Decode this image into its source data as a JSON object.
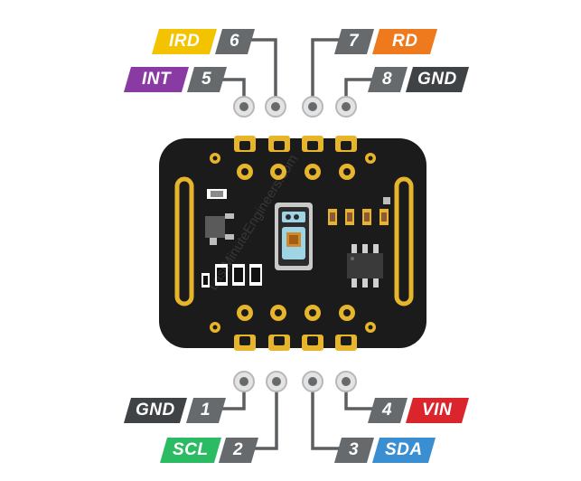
{
  "pins_top": [
    {
      "number": "6",
      "label": "IRD",
      "color": "#f3c300"
    },
    {
      "number": "5",
      "label": "INT",
      "color": "#8a3aa3"
    },
    {
      "number": "7",
      "label": "RD",
      "color": "#ef7a1e"
    },
    {
      "number": "8",
      "label": "GND",
      "color": "#3f4345"
    }
  ],
  "pins_bottom": [
    {
      "number": "1",
      "label": "GND",
      "color": "#3f4345"
    },
    {
      "number": "2",
      "label": "SCL",
      "color": "#2bbb63"
    },
    {
      "number": "4",
      "label": "VIN",
      "color": "#d9252b"
    },
    {
      "number": "3",
      "label": "SDA",
      "color": "#3a8fd3"
    }
  ],
  "watermark": "LastMinuteEngineers.com",
  "colors": {
    "pcb": "#1b1b1b",
    "gold": "#e7b52c",
    "wire": "#5b5f61",
    "sensor_window": "#9fd4e4"
  }
}
